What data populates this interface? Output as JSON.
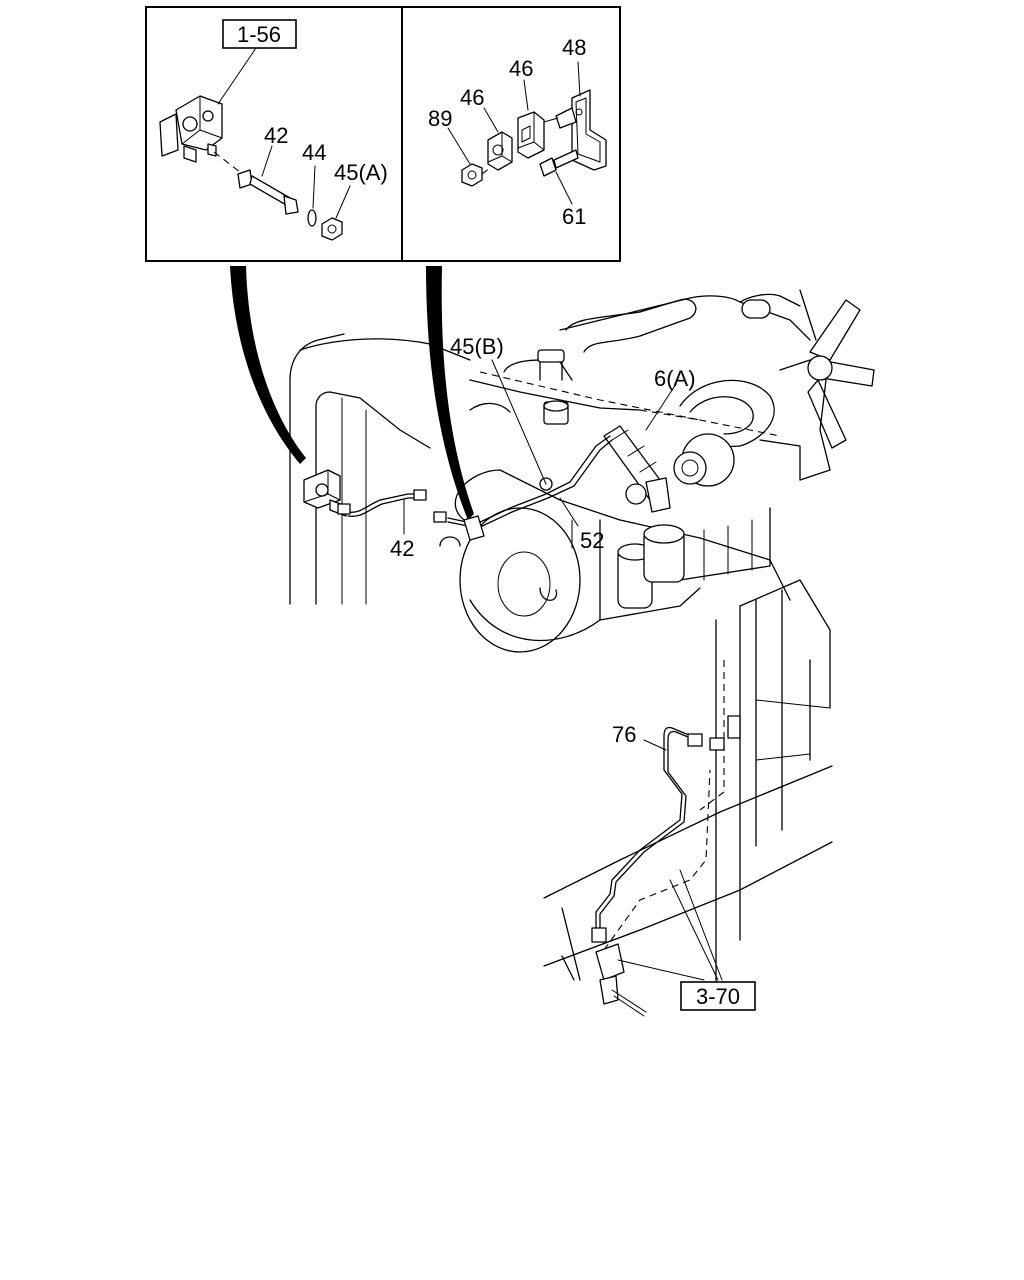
{
  "inset_left": {
    "ref_box": "1-56",
    "labels": {
      "p42": "42",
      "p44": "44",
      "p45a": "45(A)"
    }
  },
  "inset_right": {
    "labels": {
      "p48": "48",
      "p46a": "46",
      "p46b": "46",
      "p89": "89",
      "p61": "61"
    }
  },
  "main": {
    "labels": {
      "p45b": "45(B)",
      "p6a": "6(A)",
      "p42": "42",
      "p52": "52",
      "p76": "76"
    },
    "ref_box": "3-70"
  }
}
